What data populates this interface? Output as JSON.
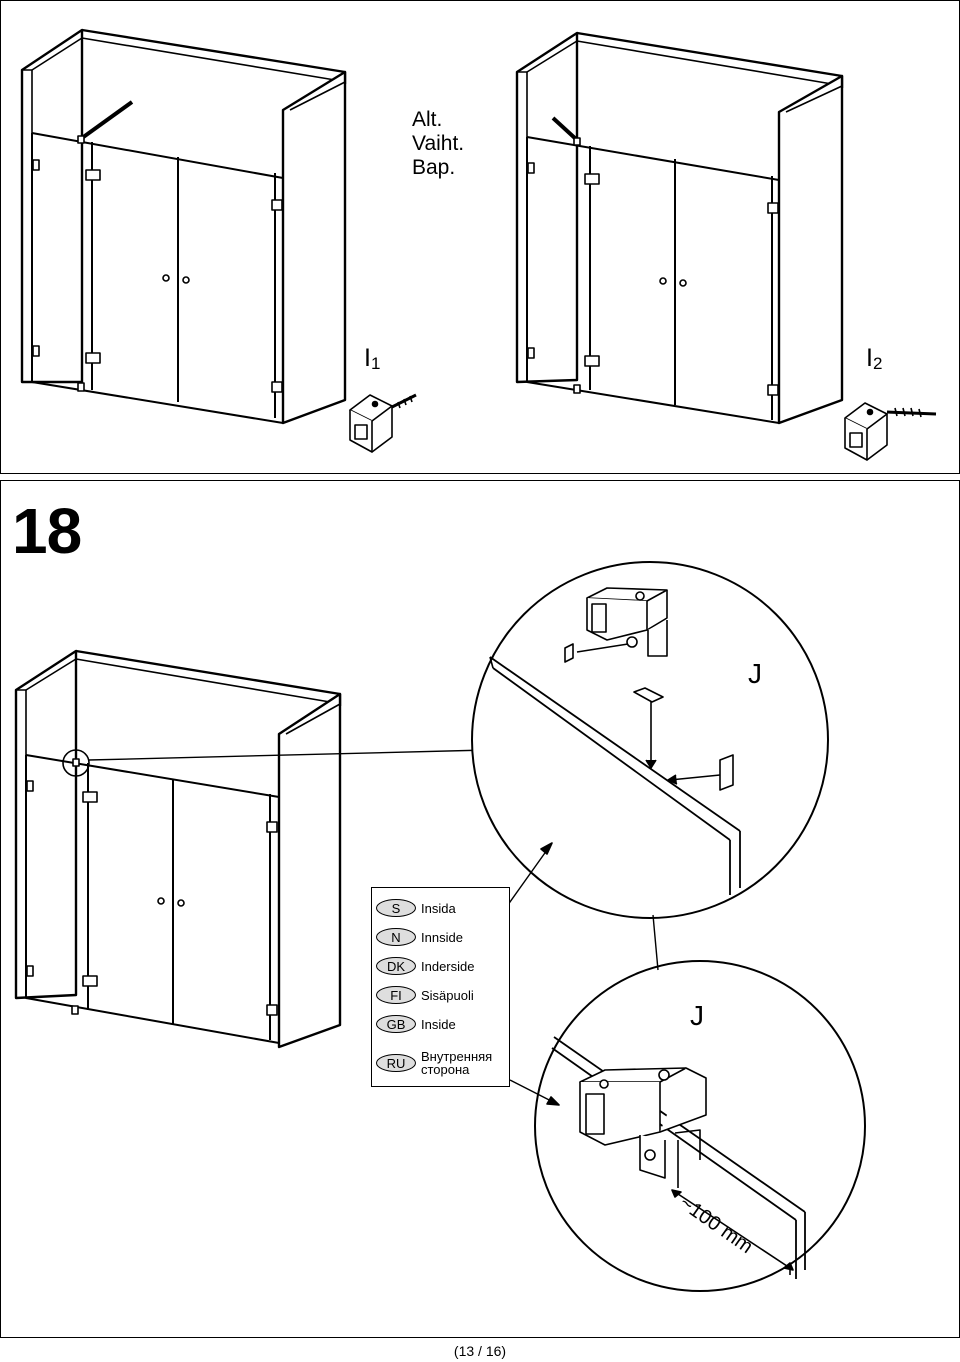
{
  "alt_note": [
    "Alt.",
    "Vaiht.",
    "Вар."
  ],
  "variants": [
    {
      "label": "I",
      "sub": "1"
    },
    {
      "label": "I",
      "sub": "2"
    }
  ],
  "step_number": "18",
  "part_label": "J",
  "legend": [
    {
      "code": "S",
      "text": "Insida"
    },
    {
      "code": "N",
      "text": "Innside"
    },
    {
      "code": "DK",
      "text": "Inderside"
    },
    {
      "code": "FI",
      "text": "Sisäpuoli"
    },
    {
      "code": "GB",
      "text": "Inside"
    },
    {
      "code": "RU",
      "text": "Внутренняя сторона"
    }
  ],
  "measurement": "~100 mm",
  "page_number": "(13 / 16)",
  "colors": {
    "line": "#000000",
    "badge_fill": "#dedede",
    "background": "#ffffff"
  }
}
